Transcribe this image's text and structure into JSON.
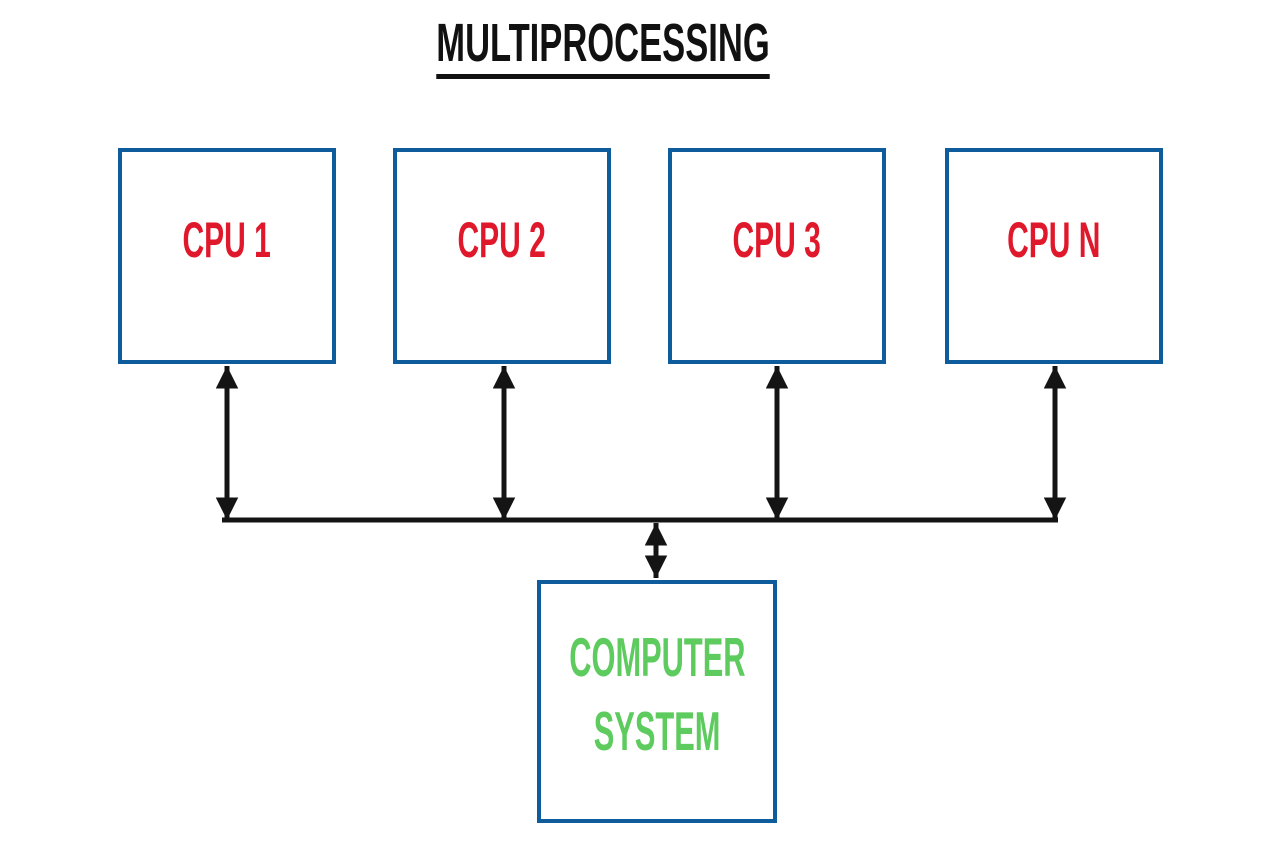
{
  "title": "MULTIPROCESSING",
  "nodes": {
    "cpus": [
      {
        "label": "CPU 1"
      },
      {
        "label": "CPU 2"
      },
      {
        "label": "CPU 3"
      },
      {
        "label": "CPU N"
      }
    ],
    "system": {
      "label_line1": "COMPUTER",
      "label_line2": "SYSTEM"
    }
  },
  "connections": [
    {
      "from": "CPU 1",
      "to": "bus",
      "style": "double-headed-arrow"
    },
    {
      "from": "CPU 2",
      "to": "bus",
      "style": "double-headed-arrow"
    },
    {
      "from": "CPU 3",
      "to": "bus",
      "style": "double-headed-arrow"
    },
    {
      "from": "CPU N",
      "to": "bus",
      "style": "double-headed-arrow"
    },
    {
      "from": "bus",
      "to": "COMPUTER SYSTEM",
      "style": "double-headed-arrow"
    }
  ],
  "colors": {
    "background": "#ffffff",
    "box_border": "#0f5c9d",
    "cpu_label": "#e0182b",
    "system_label": "#5dcb5e",
    "title_text": "#111111",
    "connector": "#141414"
  }
}
